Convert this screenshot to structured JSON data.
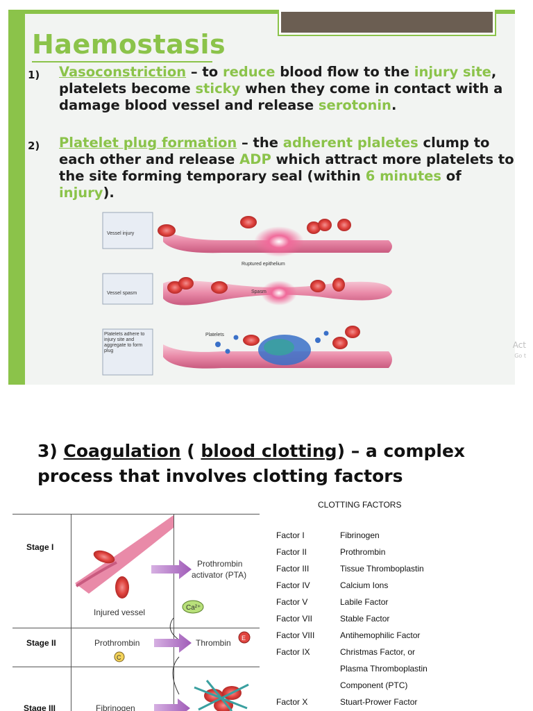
{
  "slide1": {
    "title": "Haemostasis",
    "item1": {
      "num": "1)",
      "term": "Vasoconstriction",
      "t1": " – to ",
      "g1": "reduce",
      "t2": " blood flow to the ",
      "g2": "injury site",
      "t3": ", platelets become ",
      "g3": "sticky",
      "t4": " when they come in contact with a damage blood vessel and release ",
      "g4": "serotonin",
      "t5": "."
    },
    "item2": {
      "num": "2)",
      "term": "Platelet plug formation",
      "t1": " – the ",
      "g1": "adherent plaletes",
      "t2": " clump to each other and release ",
      "g2": "ADP",
      "t3": " which attract more platelets to the site forming temporary seal (within ",
      "g3": "6 minutes",
      "t4": " of ",
      "g4": "injury",
      "t5": ")."
    },
    "diagram": {
      "row1_label": "Vessel injury",
      "row1_note": "Ruptured epithelium",
      "row2_label": "Vessel spasm",
      "row2_note": "Spasm",
      "row3_label": "Platelets adhere to injury site and aggregate to form plug",
      "row3_note": "Platelets"
    },
    "watermark": "Act",
    "watermark2": "Go t"
  },
  "slide2": {
    "heading_num": "3) ",
    "heading_term": "Coagulation",
    "heading_mid": " ( ",
    "heading_term2": "blood clotting",
    "heading_rest": ") – a complex process that involves clotting factors"
  },
  "stages": {
    "stage1": "Stage I",
    "stage2": "Stage II",
    "stage3": "Stage III",
    "pta1": "Prothrombin",
    "pta2": "activator (PTA)",
    "ca": "Ca²⁺",
    "injured": "Injured vessel",
    "prothrombin": "Prothrombin",
    "thrombin": "Thrombin",
    "fibrinogen": "Fibrinogen",
    "circle_c": "C",
    "circle_e": "E"
  },
  "factors": {
    "header": "CLOTTING FACTORS",
    "rows": [
      {
        "f": "Factor I",
        "n": "Fibrinogen"
      },
      {
        "f": "Factor II",
        "n": "Prothrombin"
      },
      {
        "f": "Factor III",
        "n": "Tissue Thromboplastin"
      },
      {
        "f": "Factor IV",
        "n": "Calcium Ions"
      },
      {
        "f": "Factor V",
        "n": "Labile Factor"
      },
      {
        "f": "Factor VII",
        "n": "Stable Factor"
      },
      {
        "f": "Factor VIII",
        "n": "Antihemophilic Factor"
      },
      {
        "f": "Factor IX",
        "n": "Christmas Factor, or"
      },
      {
        "f": "",
        "n": "Plasma Thromboplastin"
      },
      {
        "f": "",
        "n": "Component (PTC)"
      },
      {
        "f": "Factor X",
        "n": "Stuart-Prower Factor"
      }
    ]
  },
  "colors": {
    "accent_green": "#8bc34a",
    "vessel_pink": "#e98aa8",
    "rbc_red": "#e0443f",
    "arrow_purple": "#a05cb8"
  }
}
